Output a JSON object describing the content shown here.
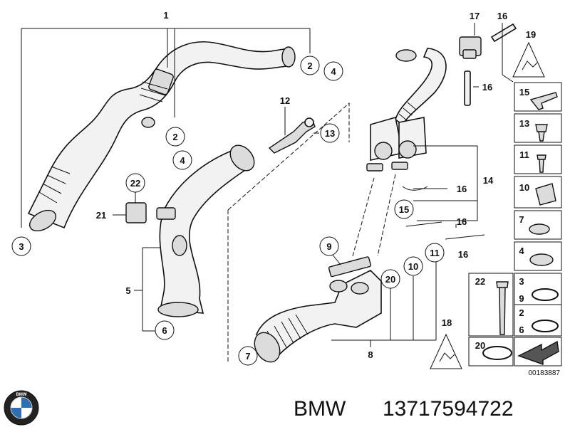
{
  "diagram": {
    "callouts": [
      "1",
      "2",
      "4",
      "2",
      "4",
      "3",
      "22",
      "21",
      "5",
      "6",
      "12",
      "13",
      "9",
      "7",
      "8",
      "20",
      "10",
      "11",
      "17",
      "16",
      "19",
      "16",
      "14",
      "16",
      "15",
      "16",
      "16",
      "18"
    ],
    "legend": [
      {
        "label": "15"
      },
      {
        "label": "13"
      },
      {
        "label": "11"
      },
      {
        "label": "10"
      },
      {
        "label": "7"
      },
      {
        "label": "4"
      },
      {
        "label": "3"
      },
      {
        "label": "9"
      },
      {
        "label": "2"
      },
      {
        "label": "6"
      },
      {
        "label": "22"
      },
      {
        "label": "20"
      }
    ],
    "reference": "00183887"
  },
  "brand": {
    "name": "BMW",
    "part_number": "13717594722",
    "logo_text": "BMW"
  }
}
